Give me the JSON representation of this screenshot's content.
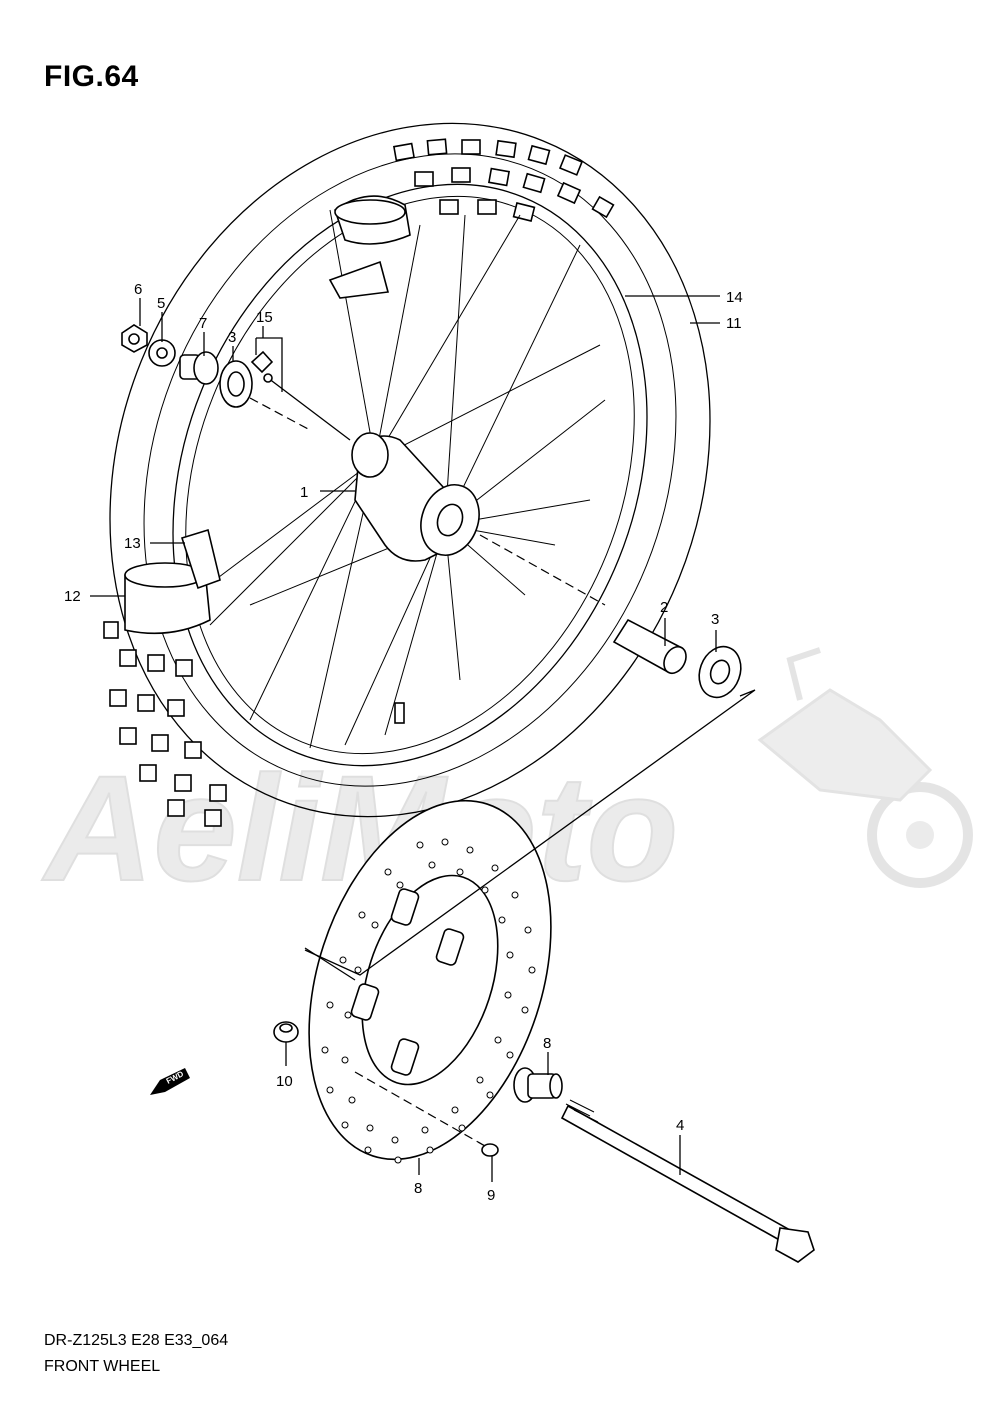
{
  "figure": {
    "title": "FIG.64"
  },
  "footer": {
    "model_code": "DR-Z125L3  E28  E33_064",
    "section_name": "FRONT WHEEL"
  },
  "watermark": {
    "text": "AeliMoto"
  },
  "fwd_badge": {
    "text": "FWD"
  },
  "callouts": [
    {
      "id": "c6",
      "text": "6"
    },
    {
      "id": "c5",
      "text": "5"
    },
    {
      "id": "c7",
      "text": "7"
    },
    {
      "id": "c3a",
      "text": "3"
    },
    {
      "id": "c15",
      "text": "15"
    },
    {
      "id": "c11",
      "text": "11"
    },
    {
      "id": "c14",
      "text": "14"
    },
    {
      "id": "c1",
      "text": "1"
    },
    {
      "id": "c13",
      "text": "13"
    },
    {
      "id": "c12",
      "text": "12"
    },
    {
      "id": "c2",
      "text": "2"
    },
    {
      "id": "c3b",
      "text": "3"
    },
    {
      "id": "c10",
      "text": "10"
    },
    {
      "id": "c8a",
      "text": "8"
    },
    {
      "id": "c4",
      "text": "4"
    },
    {
      "id": "c8b",
      "text": "8"
    },
    {
      "id": "c9",
      "text": "9"
    }
  ]
}
